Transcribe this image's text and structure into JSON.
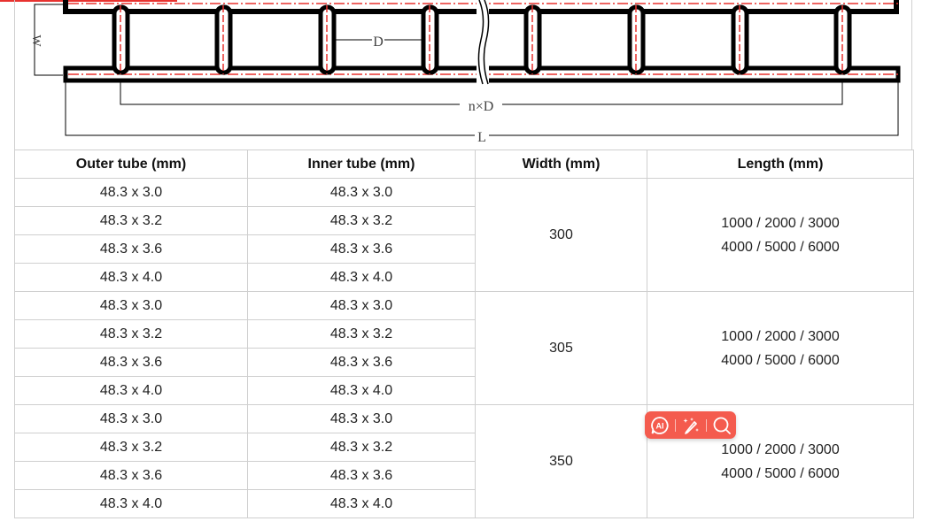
{
  "diagram": {
    "labels": {
      "width_dim": "W",
      "spacing": "D",
      "span": "n×D",
      "length": "L"
    },
    "colors": {
      "tube": "#000000",
      "centerline": "#e8322f"
    }
  },
  "table": {
    "headers": [
      "Outer tube (mm)",
      "Inner tube (mm)",
      "Width (mm)",
      "Length (mm)"
    ],
    "groups": [
      {
        "width": "300",
        "length_lines": [
          "1000 / 2000 / 3000",
          "4000 / 5000 / 6000"
        ],
        "rows": [
          {
            "outer": "48.3 x 3.0",
            "inner": "48.3 x 3.0"
          },
          {
            "outer": "48.3 x 3.2",
            "inner": "48.3 x 3.2"
          },
          {
            "outer": "48.3 x 3.6",
            "inner": "48.3 x 3.6"
          },
          {
            "outer": "48.3 x 4.0",
            "inner": "48.3 x 4.0"
          }
        ]
      },
      {
        "width": "305",
        "length_lines": [
          "1000 / 2000 / 3000",
          "4000 / 5000 / 6000"
        ],
        "rows": [
          {
            "outer": "48.3 x 3.0",
            "inner": "48.3 x 3.0"
          },
          {
            "outer": "48.3 x 3.2",
            "inner": "48.3 x 3.2"
          },
          {
            "outer": "48.3 x 3.6",
            "inner": "48.3 x 3.6"
          },
          {
            "outer": "48.3 x 4.0",
            "inner": "48.3 x 4.0"
          }
        ]
      },
      {
        "width": "350",
        "length_lines": [
          "1000 / 2000 / 3000",
          "4000 / 5000 / 6000"
        ],
        "rows": [
          {
            "outer": "48.3 x 3.0",
            "inner": "48.3 x 3.0"
          },
          {
            "outer": "48.3 x 3.2",
            "inner": "48.3 x 3.2"
          },
          {
            "outer": "48.3 x 3.6",
            "inner": "48.3 x 3.6"
          },
          {
            "outer": "48.3 x 4.0",
            "inner": "48.3 x 4.0"
          }
        ]
      }
    ]
  },
  "floating_toolbar": {
    "color": "#f45b4e",
    "buttons": [
      {
        "icon": "ai-chat-icon",
        "label": "AI"
      },
      {
        "icon": "magic-pen-icon"
      },
      {
        "icon": "search-icon"
      }
    ]
  }
}
